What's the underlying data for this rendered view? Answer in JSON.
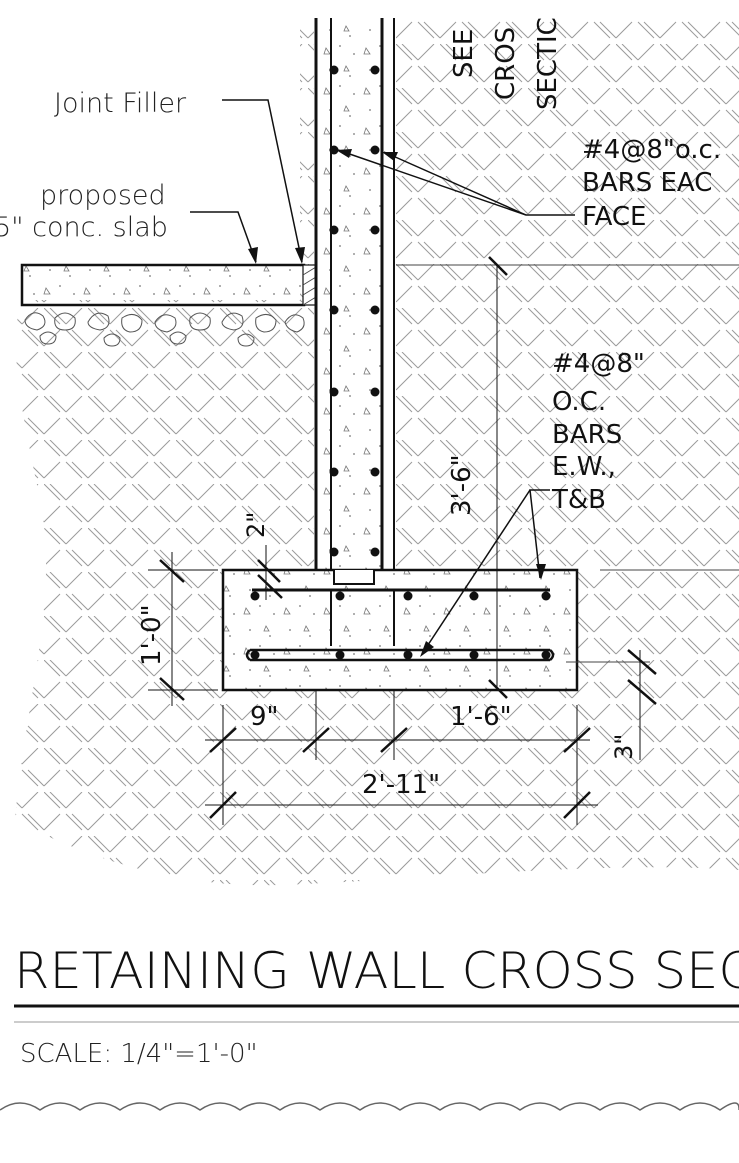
{
  "drawing": {
    "labels": {
      "joint_filler": "Joint Filler",
      "proposed": "proposed",
      "slab": "5\" conc. slab",
      "see_line1": "SEE",
      "see_line2": "CROS",
      "see_line3": "SECTIC",
      "wall_bars_line1": "#4@8\"o.c.",
      "wall_bars_line2": "BARS EAC",
      "wall_bars_line3": "FACE",
      "footing_bars_line1": "#4@8\"",
      "footing_bars_line2": "O.C.",
      "footing_bars_line3": "BARS",
      "footing_bars_line4": "E.W.,",
      "footing_bars_line5": "T&B"
    },
    "dimensions": {
      "wall_height": "3'-6\"",
      "cover_top": "2\"",
      "footing_depth": "1'-0\"",
      "toe": "9\"",
      "heel": "1'-6\"",
      "bottom_cover": "3\"",
      "total_width": "2'-11\""
    },
    "title": "RETAINING WALL CROSS SEC",
    "scale": "SCALE: 1/4\"=1'-0\""
  }
}
